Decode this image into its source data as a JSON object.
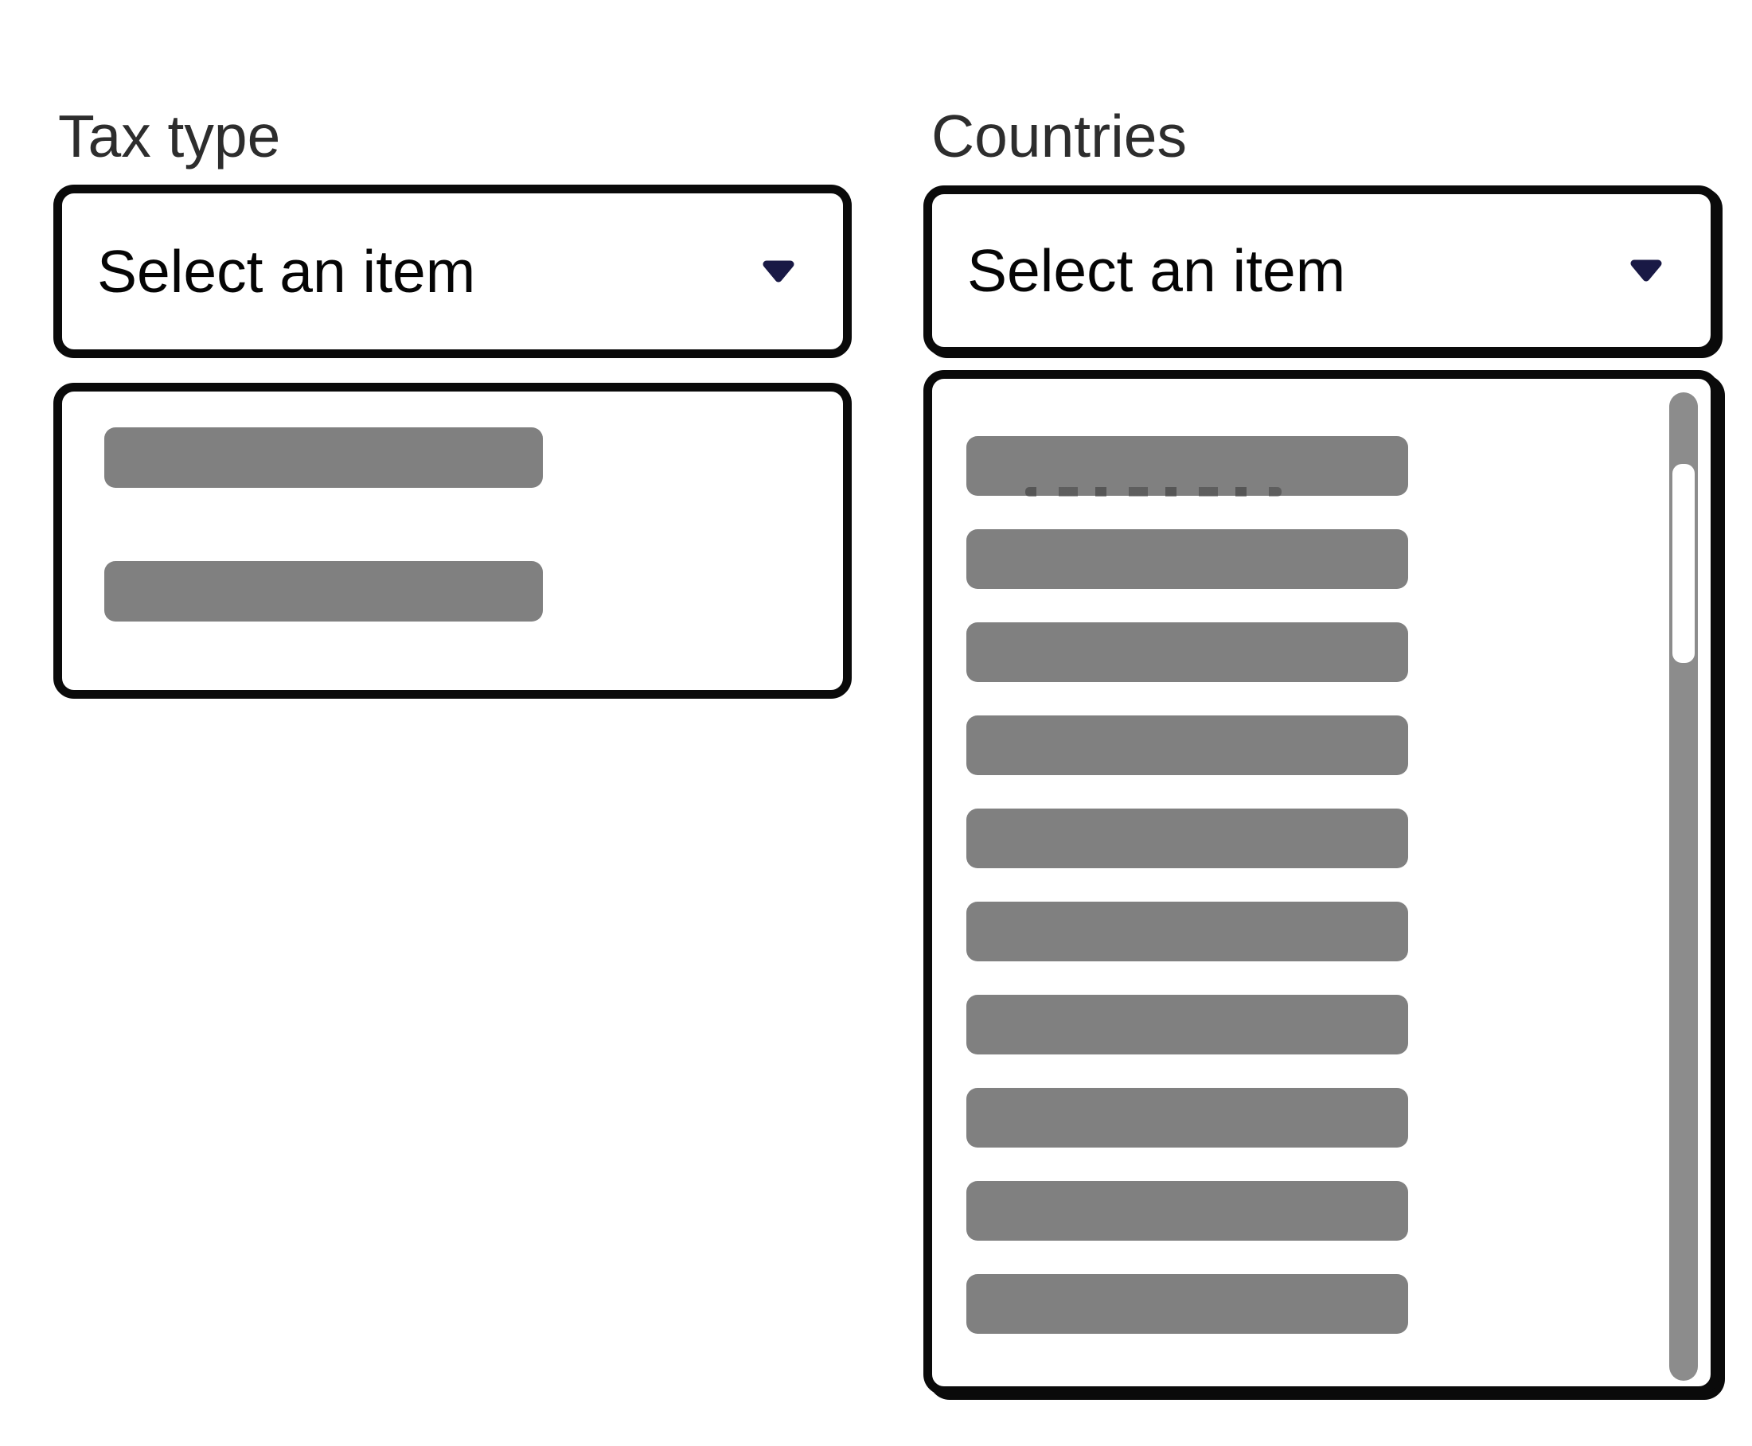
{
  "fields": [
    {
      "id": "tax_type",
      "label": "Tax type",
      "dropdown": {
        "value": "Select an item"
      },
      "list": {
        "redacted_item_count": 2
      }
    },
    {
      "id": "countries",
      "label": "Countries",
      "dropdown": {
        "value": "Select an item"
      },
      "list": {
        "redacted_item_count": 10,
        "has_scrollbar": true
      }
    }
  ],
  "icons": {
    "dropdown_chevron": "chevron-down"
  },
  "colors": {
    "box_border": "#0a0a0a",
    "chevron": "#191945",
    "redaction_bar": "#808080",
    "scrollbar_track": "#8c8c8c",
    "scrollbar_thumb": "#ffffff",
    "label_text": "#2d2d2d",
    "value_text": "#050505",
    "background": "#ffffff"
  }
}
